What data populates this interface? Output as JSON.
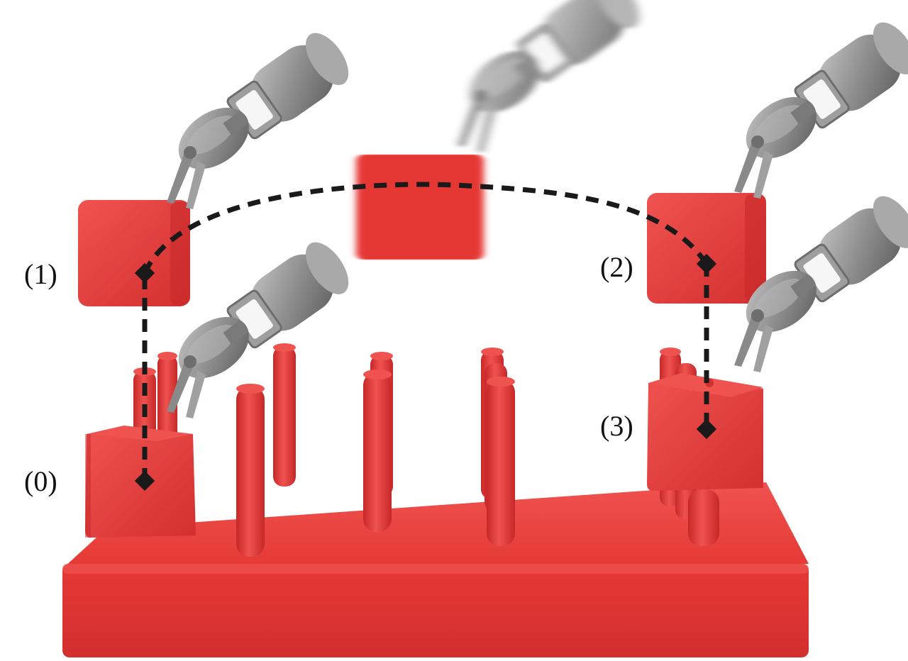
{
  "colors": {
    "block": "#e53935",
    "block_shade": "#c62828",
    "block_light": "#ef5350",
    "gripper": "#8e8e8e",
    "gripper_dark": "#5f5f5f",
    "gripper_light": "#bdbdbd",
    "trajectory": "#1a1a1a",
    "background": "#ffffff"
  },
  "labels": {
    "step0": "(0)",
    "step1": "(1)",
    "step2": "(2)",
    "step3": "(3)"
  },
  "icons": {
    "waypoint": "diamond-icon",
    "gripper": "robot-gripper-icon"
  }
}
